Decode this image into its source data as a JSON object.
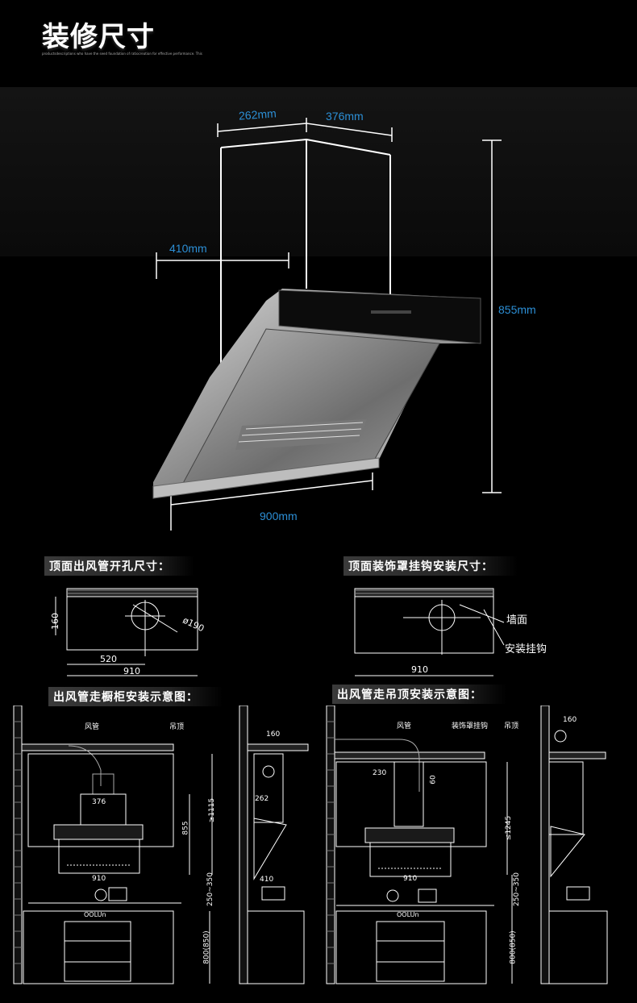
{
  "header": {
    "title": "装修尺寸",
    "subtitle": "productsdescriptions who have the seed foundation of ratiocreation for effective performance. This Ensure Certification Programthrough the ith descriptions these instructions for establishing a standard of competence in all aspects."
  },
  "product_dims": {
    "top_left": "262mm",
    "top_right": "376mm",
    "chimney": "410mm",
    "height": "855mm",
    "width": "900mm"
  },
  "sections": {
    "top_hole": {
      "title": "顶面出风管开孔尺寸：",
      "dim_160": "160",
      "dim_diam": "ø190",
      "dim_520": "520",
      "dim_910": "910"
    },
    "top_hook": {
      "title": "顶面装饰罩挂钩安装尺寸：",
      "label_wall": "墙面",
      "label_hook": "安装挂钩",
      "dim_910": "910"
    },
    "cabinet": {
      "title": "出风管走橱柜安装示意图：",
      "label_duct": "风管",
      "label_ceiling": "吊顶",
      "dim_376": "376",
      "dim_855": "855",
      "dim_1115": "≥1115",
      "dim_910": "910",
      "dim_range": "250~350",
      "dim_800": "800(850)",
      "side_160": "160",
      "side_262": "262",
      "side_410": "410",
      "brand": "OOLUn"
    },
    "ceiling": {
      "title": "出风管走吊顶安装示意图：",
      "label_duct": "风管",
      "label_hook": "装饰罩挂钩",
      "label_ceiling": "吊顶",
      "dim_230": "230",
      "dim_60": "60",
      "dim_1245": "≤1245",
      "dim_910": "910",
      "dim_range": "250~350",
      "dim_800": "800(850)",
      "side_160": "160",
      "brand": "OOLUn"
    }
  },
  "colors": {
    "dimension_text": "#2c8fd6",
    "line": "#ffffff",
    "background": "#000000"
  }
}
